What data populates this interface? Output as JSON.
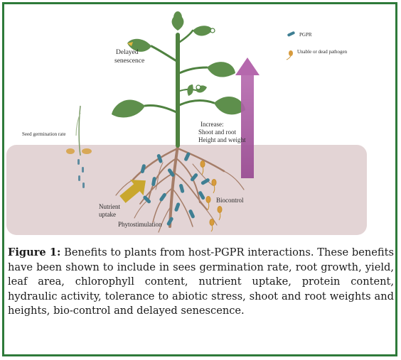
{
  "figure": {
    "labels": {
      "delayed_senescence_1": "Delayed",
      "delayed_senescence_2": "senescence",
      "seed_germination": "Seed germination rate",
      "increase_1": "Increase:",
      "increase_2": "Shoot and root",
      "increase_3": "Height and weight",
      "nutrient_1": "Nutrient",
      "nutrient_2": "uptake",
      "biocontrol": "Biocontrol",
      "phytostimulation": "Phytostimulation"
    },
    "legend": {
      "pgpr": "PGPR",
      "pathogen": "Unable or dead pathogen"
    },
    "colors": {
      "soil": "#e3d4d5",
      "leaf": "#5e8f4c",
      "stem": "#4f8240",
      "root": "#a57d68",
      "bacteria": "#3f7f93",
      "pathogen": "#d79b3d",
      "arrow_purple": "#a85aa0",
      "arrow_yellow": "#c9a72e",
      "border": "#2e7a3a"
    }
  },
  "caption": {
    "label": "Figure 1:",
    "text": " Benefits to plants from host-PGPR interactions. These benefits have been shown to include in sees germination rate, root growth, yield, leaf area, chlorophyll content, nutrient uptake, protein content, hydraulic activity, tolerance to abiotic stress, shoot and root weights and heights, bio-control and delayed senescence."
  }
}
